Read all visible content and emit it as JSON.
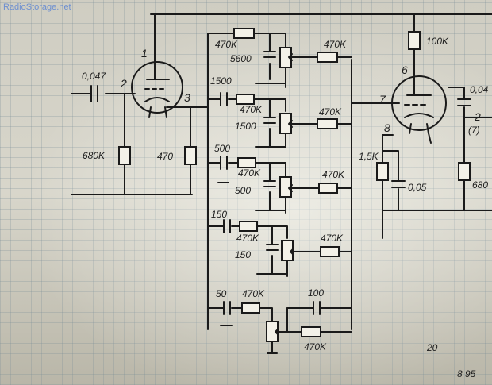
{
  "watermark": "RadioStorage.net",
  "labels": {
    "c_in": "0,047",
    "r_grid": "680K",
    "r_cathode": "470",
    "top_r1": "470K",
    "top_c1": "5600",
    "pot1": "470K",
    "c_1500": "1500",
    "r_1500": "470K",
    "c_1500b": "1500",
    "pot2": "470K",
    "c_500": "500",
    "r_500": "470K",
    "c_500b": "500",
    "pot3": "470K",
    "c_150": "150",
    "r_150": "470K",
    "c_150b": "150",
    "pot4": "470K",
    "c_50": "50",
    "r_50": "470K",
    "c_100": "100",
    "r_bottom": "470K",
    "r_anode2": "100K",
    "r_cathode2": "1,5K",
    "c_cathode2": "0,05",
    "c_out": "0,04",
    "r_out": "680",
    "pin_paren": "(7)",
    "corner_num": "20",
    "corner_text": "8 95"
  },
  "pins": {
    "p1": "1",
    "p2": "2",
    "p3": "3",
    "p6": "6",
    "p7": "7",
    "p8": "8",
    "p2r": "2"
  },
  "icons": [
    "vacuum-tube-1-icon",
    "vacuum-tube-2-icon"
  ]
}
